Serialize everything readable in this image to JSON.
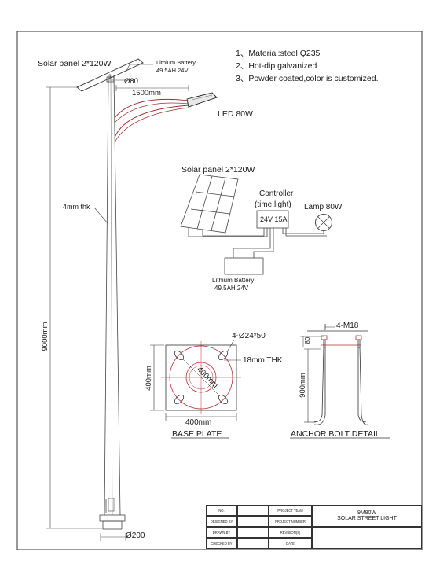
{
  "notes": [
    "1、Material:steel Q235",
    "2、Hot-dip galvanized",
    "3、Powder coated,color is customized."
  ],
  "pole": {
    "solar_label": "Solar panel 2*120W",
    "battery_label_1": "Lithium Battery",
    "battery_label_2": "49.5AH 24V",
    "top_dia": "Ø80",
    "arm_length": "1500mm",
    "led_label": "LED 80W",
    "thickness": "4mm thk",
    "height": "9000mm",
    "bottom_dia": "Ø200"
  },
  "wiring": {
    "solar_label": "Solar panel 2*120W",
    "controller_1": "Controller",
    "controller_2": "(time,light)",
    "controller_box": "24V 15A",
    "lamp_label": "Lamp 80W",
    "battery_label_1": "Lithium Battery",
    "battery_label_2": "49.5AH 24V"
  },
  "base_plate": {
    "holes": "4-Ø24*50",
    "diag": "400mm",
    "thickness": "18mm THK",
    "height": "400mm",
    "width": "400mm",
    "caption": "BASE PLATE"
  },
  "anchor": {
    "bolts": "4-M18",
    "thread": "80",
    "length": "900mm",
    "caption": "ANCHOR BOLT DETAIL"
  },
  "title_block": {
    "no": "NO.",
    "project_team": "PROJECT TEAM",
    "designed_by": "DESIGNED BY",
    "project_number": "PROJECT NUMBER",
    "drawn_by": "DRAWN BY",
    "revision": "REVISION(S)",
    "checked_by": "CHECKED BY",
    "date": "DATE",
    "title_1": "9M80W",
    "title_2": "SOLAR STREET LIGHT"
  }
}
